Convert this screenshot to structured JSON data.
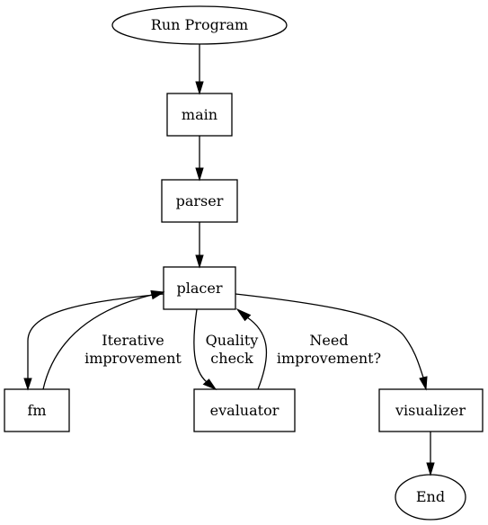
{
  "nodes": {
    "run_program": "Run Program",
    "main": "main",
    "parser": "parser",
    "placer": "placer",
    "fm": "fm",
    "evaluator": "evaluator",
    "visualizer": "visualizer",
    "end": "End"
  },
  "edges": {
    "iterative_line1": "Iterative",
    "iterative_line2": "improvement",
    "quality_line1": "Quality",
    "quality_line2": "check",
    "need_line1": "Need",
    "need_line2": "improvement?"
  }
}
